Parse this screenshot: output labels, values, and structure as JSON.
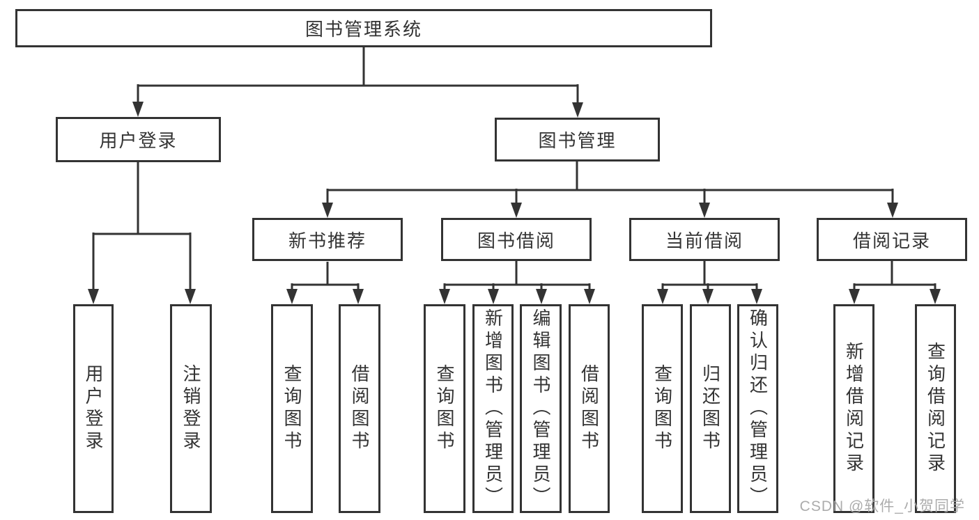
{
  "tree": {
    "label": "图书管理系统",
    "children": [
      {
        "label": "用户登录",
        "children": [
          {
            "label": "用户登录"
          },
          {
            "label": "注销登录"
          }
        ]
      },
      {
        "label": "图书管理",
        "children": [
          {
            "label": "新书推荐",
            "children": [
              {
                "label": "查询图书"
              },
              {
                "label": "借阅图书"
              }
            ]
          },
          {
            "label": "图书借阅",
            "children": [
              {
                "label": "查询图书"
              },
              {
                "label": "新增图书（管理员）"
              },
              {
                "label": "编辑图书（管理员）"
              },
              {
                "label": "借阅图书"
              }
            ]
          },
          {
            "label": "当前借阅",
            "children": [
              {
                "label": "查询图书"
              },
              {
                "label": "归还图书"
              },
              {
                "label": "确认归还（管理员）"
              }
            ]
          },
          {
            "label": "借阅记录",
            "children": [
              {
                "label": "新增借阅记录"
              },
              {
                "label": "查询借阅记录"
              }
            ]
          }
        ]
      }
    ]
  },
  "watermark": {
    "text": "CSDN @软件_小贺同学"
  },
  "colors": {
    "line": "#333333",
    "text": "#333333",
    "box_background": "#ffffff",
    "watermark": "#a5a5a5"
  }
}
